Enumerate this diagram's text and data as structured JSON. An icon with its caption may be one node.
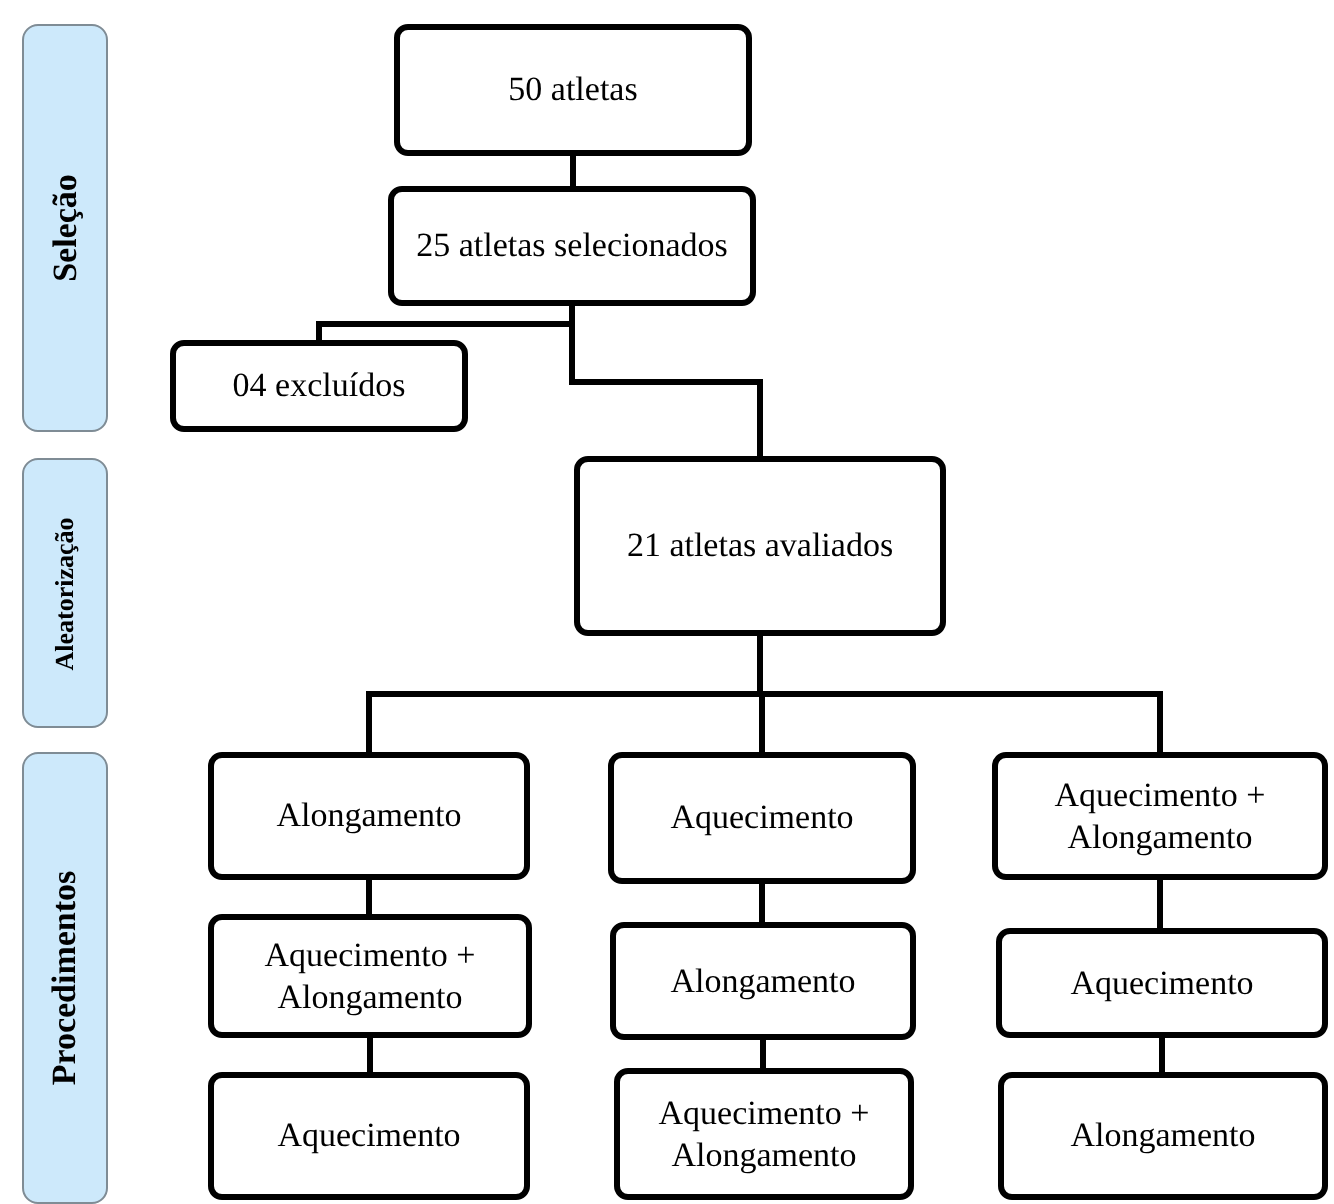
{
  "diagram": {
    "nodes": [
      {
        "text": [
          "Seleção"
        ]
      },
      {
        "text": [
          "50 atletas"
        ]
      },
      {
        "text": [
          "25 atletas selecionados"
        ]
      },
      {
        "text": [
          "04 excluídos"
        ]
      },
      {
        "text": [
          "Aleatorização"
        ]
      },
      {
        "text": [
          "21 atletas avaliados"
        ]
      },
      {
        "text": [
          "Procedimentos"
        ]
      },
      {
        "text": [
          "Alongamento"
        ]
      },
      {
        "text": [
          "Aquecimento"
        ]
      },
      {
        "text": [
          "Aquecimento + Alongamento"
        ]
      },
      {
        "text": [
          "Aquecimento + Alongamento"
        ]
      },
      {
        "text": [
          "Alongamento"
        ]
      },
      {
        "text": [
          "Aquecimento"
        ]
      },
      {
        "text": [
          "Aquecimento"
        ]
      },
      {
        "text": [
          "Aquecimento + Alongamento"
        ]
      },
      {
        "text": [
          "Alongamento"
        ]
      }
    ],
    "edges": [
      {
        "from": 1,
        "to": 2,
        "arrow": "none"
      },
      {
        "from": 2,
        "to": 3,
        "arrow": "none"
      },
      {
        "from": 2,
        "to": 5,
        "arrow": "none"
      },
      {
        "from": 5,
        "to": 7,
        "arrow": "none"
      },
      {
        "from": 5,
        "to": 8,
        "arrow": "none"
      },
      {
        "from": 5,
        "to": 9,
        "arrow": "none"
      },
      {
        "from": 7,
        "to": 10,
        "arrow": "none"
      },
      {
        "from": 10,
        "to": 13,
        "arrow": "none"
      },
      {
        "from": 8,
        "to": 11,
        "arrow": "none"
      },
      {
        "from": 11,
        "to": 14,
        "arrow": "none"
      },
      {
        "from": 9,
        "to": 12,
        "arrow": "none"
      },
      {
        "from": 12,
        "to": 15,
        "arrow": "none"
      }
    ]
  }
}
